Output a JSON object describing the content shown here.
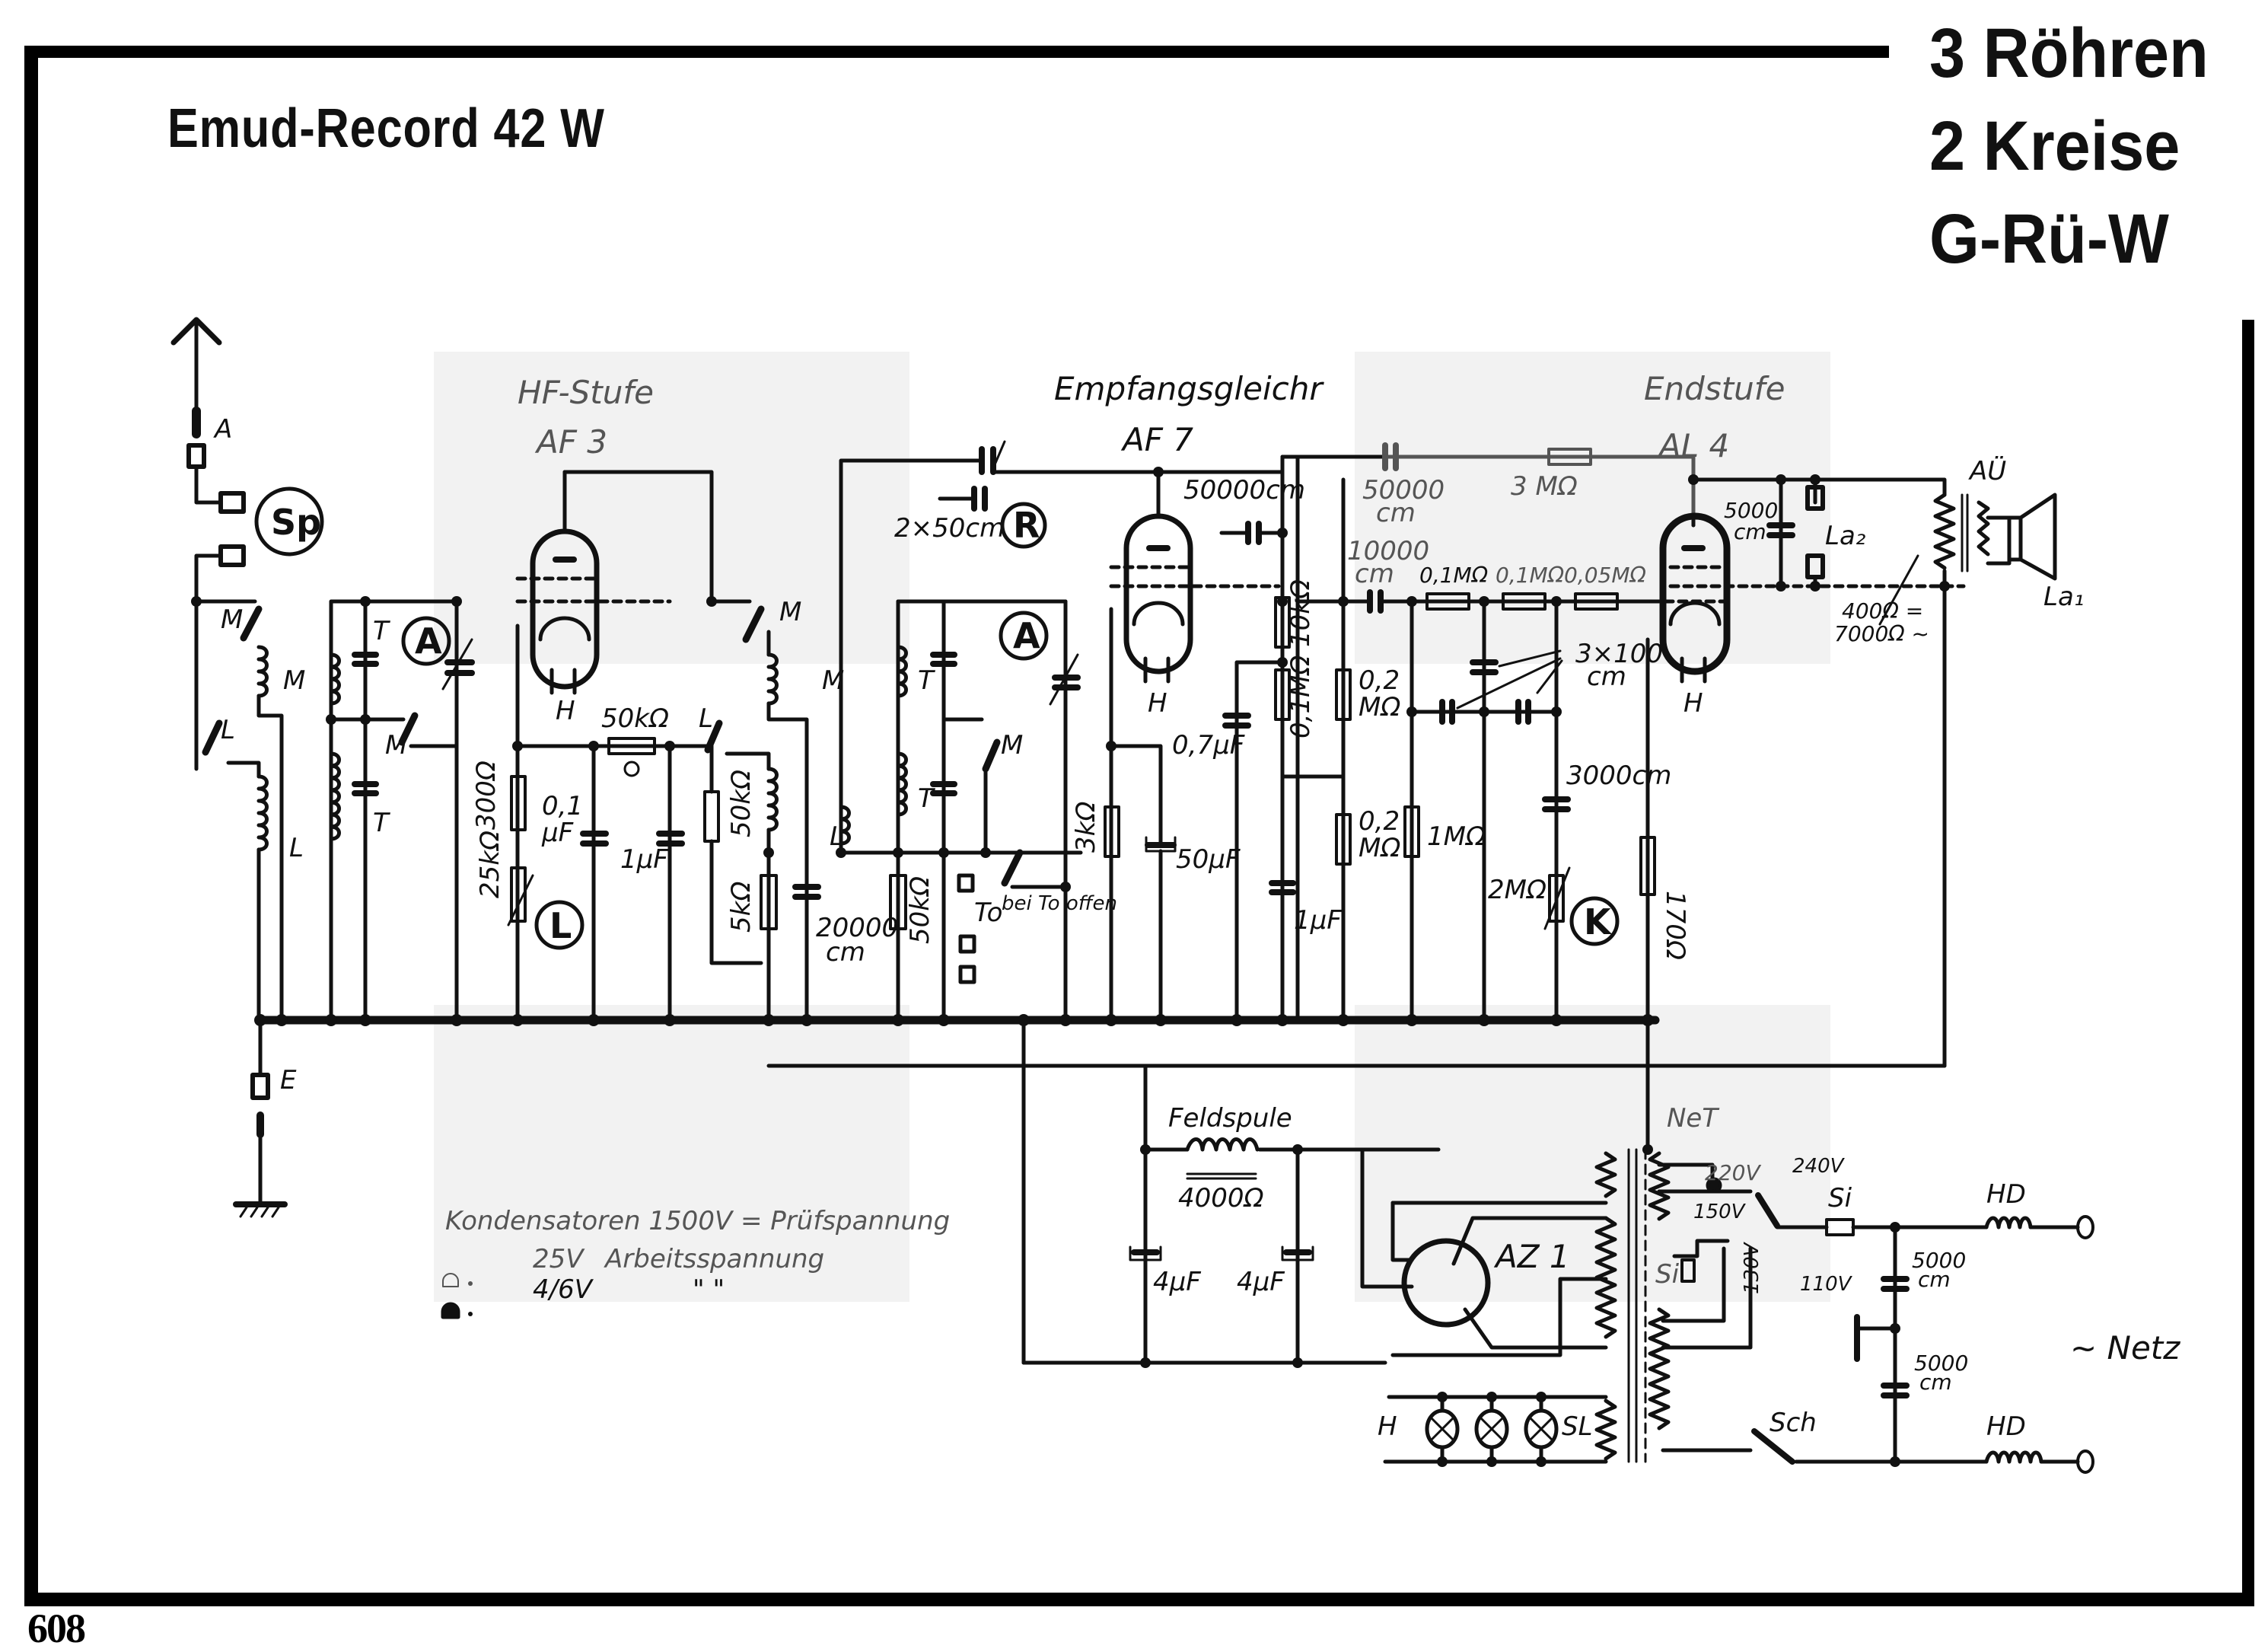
{
  "header": {
    "title": "Emud-Record  42 W",
    "specs": [
      "3 Röhren",
      "2 Kreise",
      "G-Rü-W"
    ]
  },
  "page_number": "608",
  "stages": {
    "hf": {
      "name": "HF-Stufe",
      "tube": "AF 3"
    },
    "detector": {
      "name": "Empfangsgleichr",
      "tube": "AF 7"
    },
    "output": {
      "name": "Endstufe",
      "tube": "AL 4"
    },
    "rectifier": {
      "tube": "AZ 1"
    }
  },
  "antenna": {
    "antenna_label": "A",
    "earth_label": "E",
    "sp_label": "Sp"
  },
  "controls": {
    "A1": "A",
    "A2": "A",
    "R": "R",
    "L": "L",
    "K": "K"
  },
  "switch_labels": {
    "M": "M",
    "L": "L",
    "T": "T",
    "H": "H",
    "To": "To",
    "bei_to_offen": "bei To offen"
  },
  "components": {
    "c_2x50": "2×50cm",
    "c_50000_af7": "50000cm",
    "c_50000_coupling": "50000",
    "c_50000_unit": "cm",
    "r_3m": "3 MΩ",
    "c_10000": "10000",
    "c_10000_unit": "cm",
    "r_01m_a": "0,1MΩ",
    "r_01m_b": "0,1MΩ",
    "r_005m": "0,05MΩ",
    "c_3x100": "3×100",
    "c_3x100_unit": "cm",
    "c_5000_out": "5000",
    "c_5000_out_unit": "cm",
    "la2": "La₂",
    "la1": "La₁",
    "au": "AÜ",
    "impedance_dc": "400Ω =",
    "impedance_ac": "7000Ω ~",
    "r_300": "300Ω",
    "c_01uf": "0,1",
    "c_01uf_unit": "μF",
    "r_25k": "25kΩ",
    "r_50k_a": "50kΩ",
    "c_1uf_a": "1μF",
    "r_50k_b": "50kΩ",
    "r_5k": "5kΩ",
    "c_20000": "20000",
    "c_20000_unit": "cm",
    "r_50k_c": "50kΩ",
    "r_3k": "3kΩ",
    "c_50uf": "50μF",
    "c_07uf": "0,7μF",
    "r_10k": "10kΩ",
    "r_01m_c": "0,1MΩ",
    "r_02m_a": "0,2",
    "r_02m_a_unit": "MΩ",
    "r_02m_b": "0,2",
    "r_02m_b_unit": "MΩ",
    "c_1uf_b": "1μF",
    "r_1m": "1MΩ",
    "c_3000": "3000cm",
    "r_2m": "2MΩ",
    "r_170": "170Ω"
  },
  "power_supply": {
    "feldspule": "Feldspule",
    "feldspule_r": "4000Ω",
    "c_4uf_a": "4μF",
    "c_4uf_b": "4μF",
    "net_transformer": "NeT",
    "v240": "240V",
    "v220": "220V",
    "v150": "150V",
    "v130": "130V",
    "v110": "110V",
    "fuse_a": "Si",
    "fuse_b": "Si",
    "hd_a": "HD",
    "hd_b": "HD",
    "c_5000_a": "5000",
    "c_5000_a_unit": "cm",
    "c_5000_b": "5000",
    "c_5000_b_unit": "cm",
    "netz": "~ Netz",
    "switch": "Sch",
    "heater": "H",
    "scale_lamp": "SL"
  },
  "legend": {
    "line1": "Kondensatoren 1500V = Prüfspannung",
    "line2_value": "25V",
    "line2_text": "Arbeitsspannung",
    "line3_value": "4/6V",
    "line3_text": "\"        \""
  }
}
